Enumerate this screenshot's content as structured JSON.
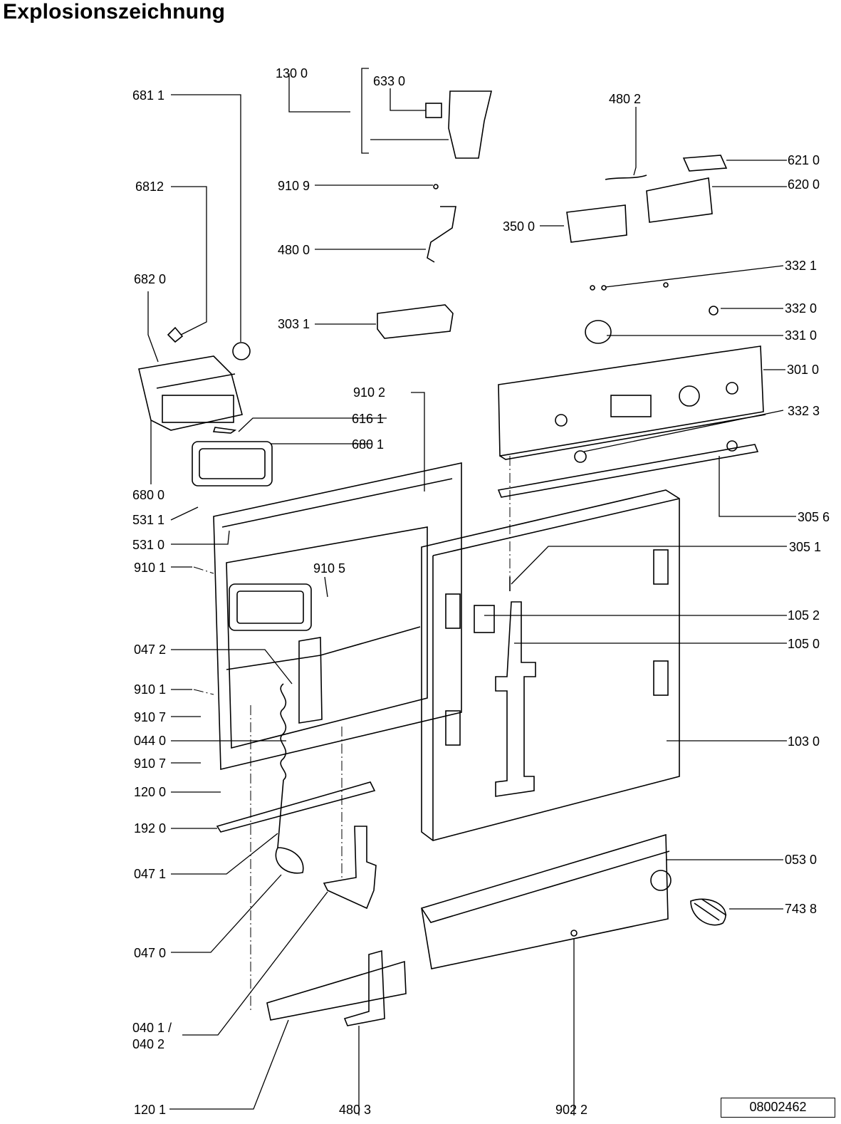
{
  "title": "Explosionszeichnung",
  "document_number": "08002462",
  "part_labels": {
    "p1300": "130 0",
    "p6330": "633 0",
    "p6811": "681 1",
    "p4802": "480 2",
    "p6210": "621 0",
    "p6200": "620 0",
    "p6812": "6812",
    "p9109": "910 9",
    "p3500": "350 0",
    "p4800": "480 0",
    "p6820": "682 0",
    "p3321": "332 1",
    "p3320": "332 0",
    "p3031": "303 1",
    "p3310": "331 0",
    "p3010": "301 0",
    "p9102": "910 2",
    "p3323": "332 3",
    "p6161": "616 1",
    "p6801": "680 1",
    "p6800": "680 0",
    "p3056": "305 6",
    "p5311": "531 1",
    "p5310": "531 0",
    "p3051": "305 1",
    "p9101a": "910 1",
    "p9105": "910 5",
    "p1052": "105 2",
    "p1050": "105 0",
    "p0472": "047 2",
    "p9101b": "910 1",
    "p9107a": "910 7",
    "p0440": "044 0",
    "p1030": "103 0",
    "p9107b": "910 7",
    "p1200": "120 0",
    "p1920": "192 0",
    "p0471": "047 1",
    "p0530": "053 0",
    "p7438": "743 8",
    "p0470": "047 0",
    "p0401": "040 1 /",
    "p0402": "040 2",
    "p1201": "120 1",
    "p4803": "480 3",
    "p9022": "902 2"
  }
}
